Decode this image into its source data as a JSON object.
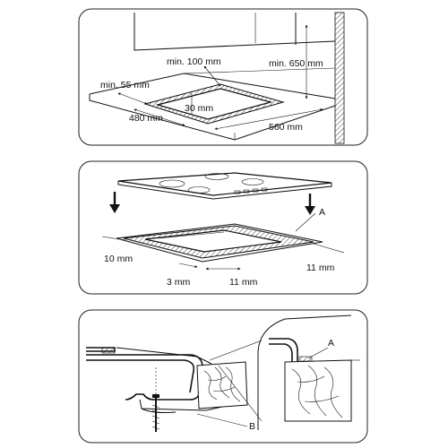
{
  "panel1": {
    "dim_min100": "min. 100 mm",
    "dim_min650": "min. 650 mm",
    "dim_min55": "min. 55 mm",
    "dim_30": "30 mm",
    "dim_480": "480 mm",
    "dim_560": "560 mm"
  },
  "panel2": {
    "label_a": "A",
    "dim_10": "10 mm",
    "dim_11_right": "11 mm",
    "dim_3": "3 mm",
    "dim_11_bottom": "11 mm"
  },
  "panel3": {
    "label_a": "A",
    "label_b": "B"
  }
}
